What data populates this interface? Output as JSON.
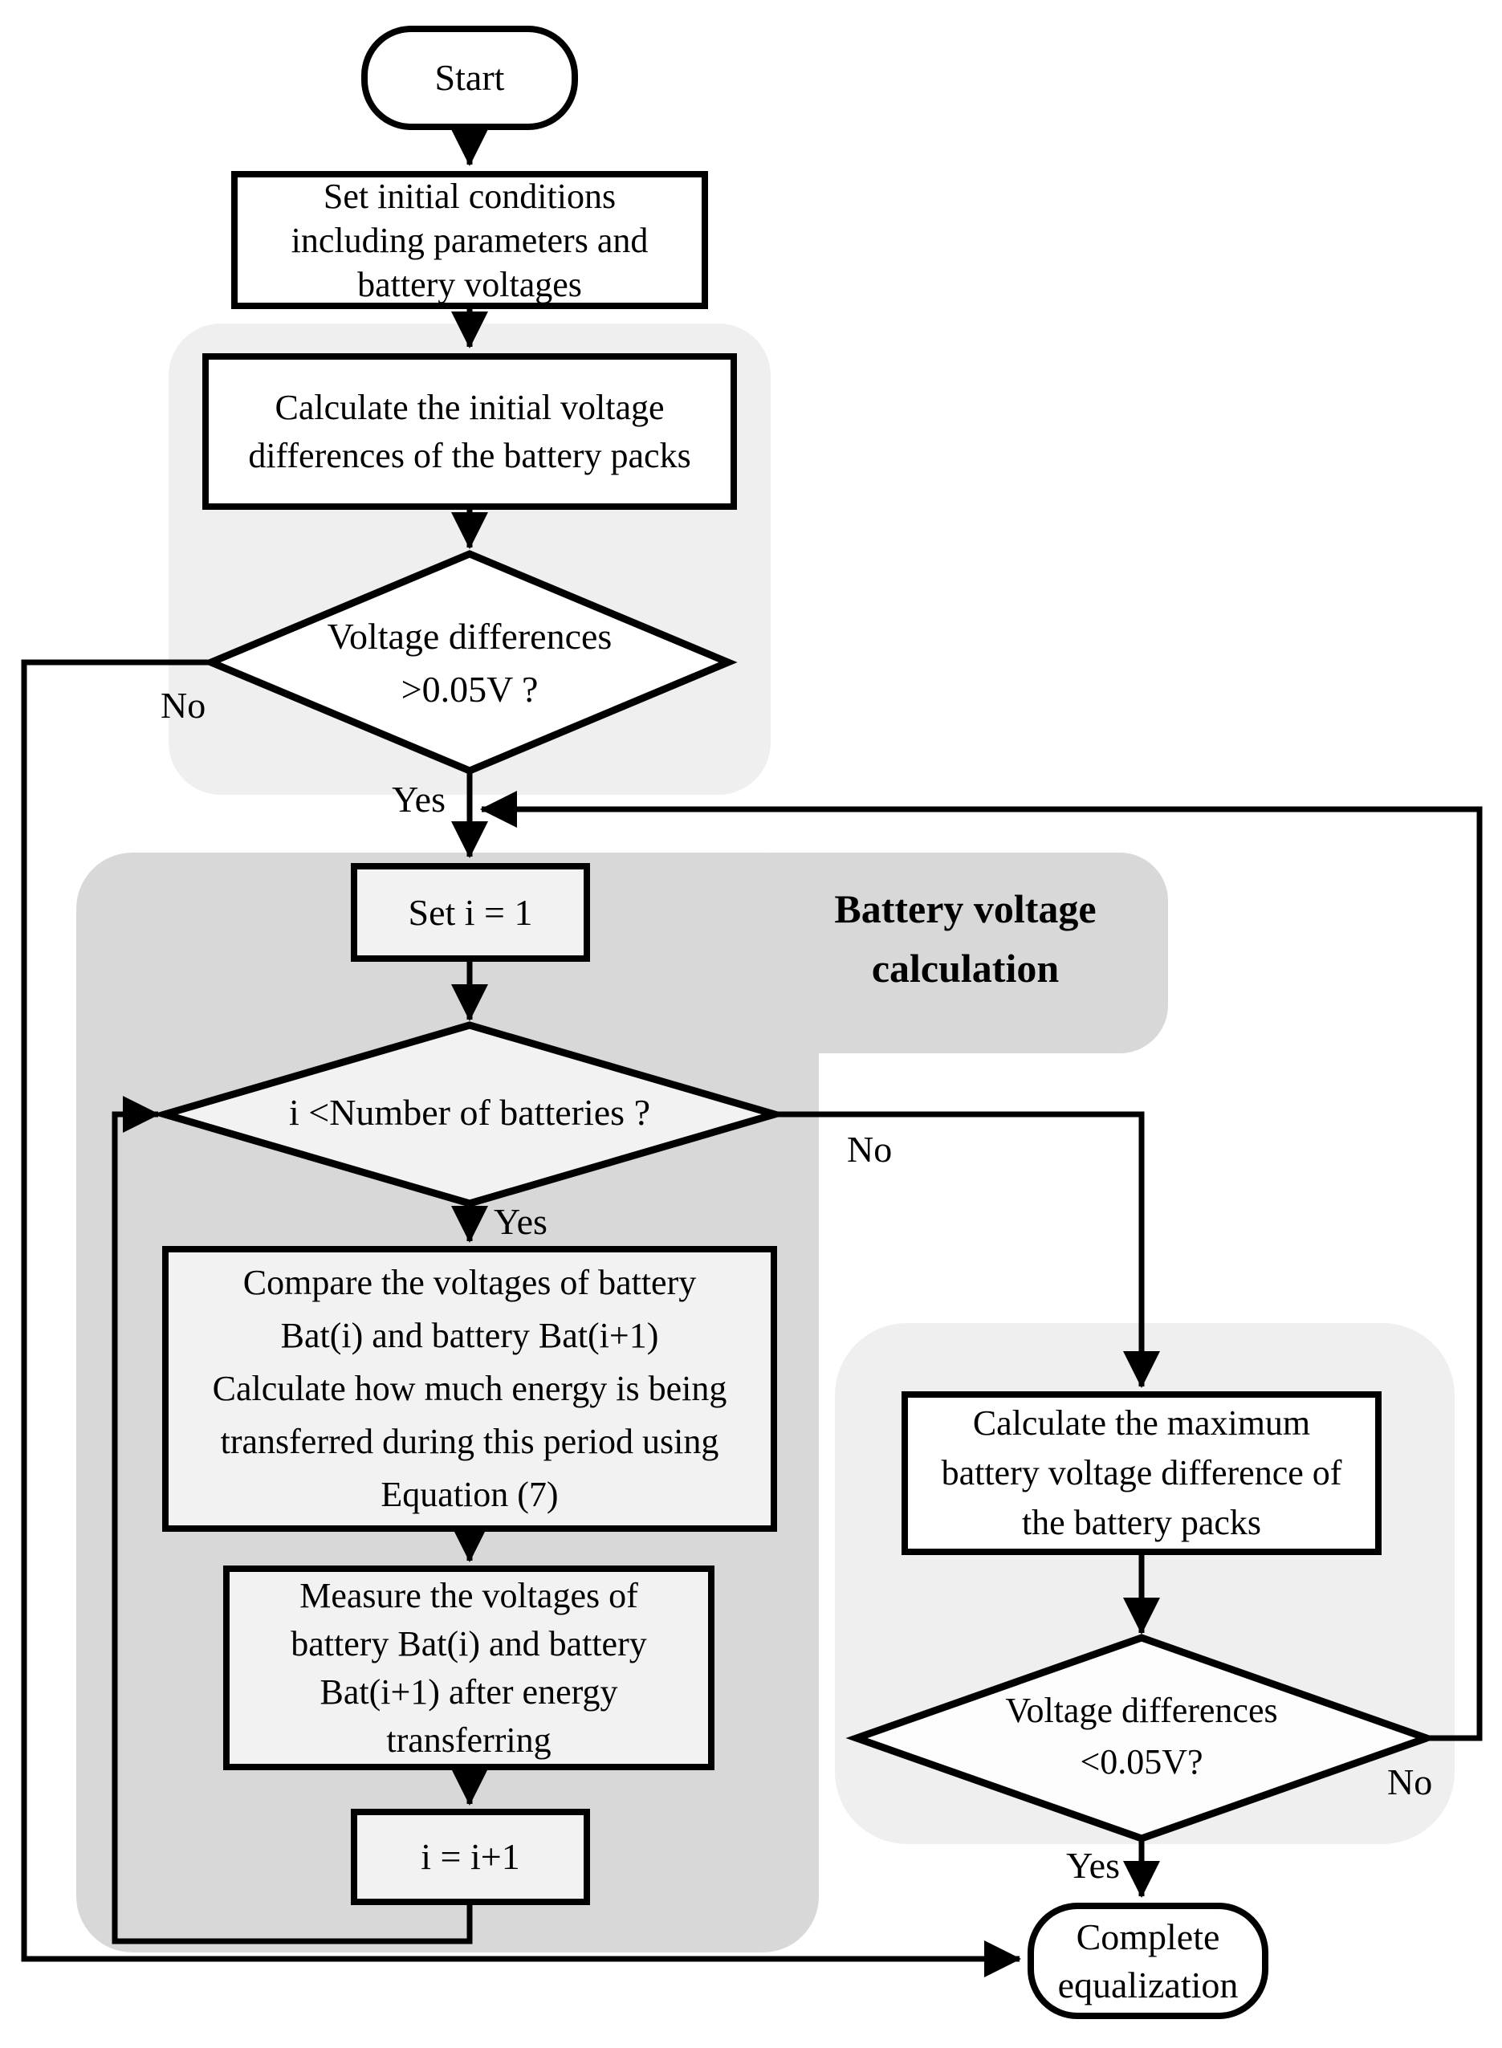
{
  "colors": {
    "region-light": "#efefef",
    "region-dark": "#d8d8d8",
    "node-fill-gray": "#f2f2f2",
    "node-fill-white": "#ffffff",
    "line-color": "#000000"
  },
  "regions": {
    "battery_voltage_calculation": {
      "label_line1": "Battery voltage",
      "label_line2": "calculation"
    }
  },
  "nodes": {
    "start": {
      "label": "Start"
    },
    "set_initial": {
      "lines": [
        "Set initial conditions",
        "including parameters and",
        "battery voltages"
      ]
    },
    "calc_initial": {
      "lines": [
        "Calculate the initial voltage",
        "differences of the battery packs"
      ]
    },
    "decision_initial": {
      "lines": [
        "Voltage differences",
        ">0.05V ?"
      ]
    },
    "set_i": {
      "label": "Set i = 1"
    },
    "decision_count": {
      "label": "i <Number of batteries ?"
    },
    "compare": {
      "lines": [
        "Compare the voltages of battery",
        "Bat(i) and battery Bat(i+1)",
        "Calculate how much energy is being",
        "transferred during this period using",
        "Equation (7)"
      ]
    },
    "measure": {
      "lines": [
        "Measure the voltages of",
        "battery Bat(i) and battery",
        "Bat(i+1) after energy",
        "transferring"
      ]
    },
    "increment": {
      "label": "i = i+1"
    },
    "calc_max": {
      "lines": [
        "Calculate the maximum",
        "battery voltage difference of",
        "the battery packs"
      ]
    },
    "decision_final": {
      "lines": [
        "Voltage differences",
        "<0.05V?"
      ]
    },
    "complete": {
      "lines": [
        "Complete",
        "equalization"
      ]
    }
  },
  "edge_labels": {
    "initial_no": "No",
    "initial_yes": "Yes",
    "count_no": "No",
    "count_yes": "Yes",
    "final_no": "No",
    "final_yes": "Yes"
  }
}
